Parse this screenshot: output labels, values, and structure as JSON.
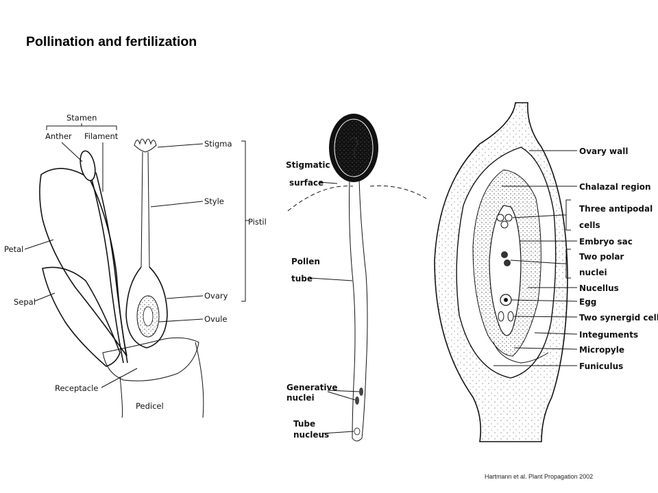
{
  "title": "Pollination and fertilization",
  "credit": "Hartmann et al. Plant Propagation 2002",
  "flower_labels": {
    "stamen": "Stamen",
    "anther": "Anther",
    "filament": "Filament",
    "stigma": "Stigma",
    "style": "Style",
    "pistil": "Pistil",
    "petal": "Petal",
    "sepal": "Sepal",
    "ovary": "Ovary",
    "ovule": "Ovule",
    "receptacle": "Receptacle",
    "pedicel": "Pedicel"
  },
  "pollen_labels": {
    "stigmatic_surface_1": "Stigmatic",
    "stigmatic_surface_2": "surface",
    "pollen_tube_1": "Pollen",
    "pollen_tube_2": "tube",
    "generative_nuclei_1": "Generative",
    "generative_nuclei_2": "nuclei",
    "tube_nucleus_1": "Tube",
    "tube_nucleus_2": "nucleus"
  },
  "ovule_labels": {
    "ovary_wall": "Ovary wall",
    "chalazal_region": "Chalazal region",
    "three_antipodal_1": "Three antipodal",
    "three_antipodal_2": "cells",
    "embryo_sac": "Embryo sac",
    "two_polar_1": "Two polar",
    "two_polar_2": "nuclei",
    "nucellus": "Nucellus",
    "egg": "Egg",
    "two_synergid": "Two synergid cells",
    "integuments": "Integuments",
    "micropyle": "Micropyle",
    "funiculus": "Funiculus"
  }
}
